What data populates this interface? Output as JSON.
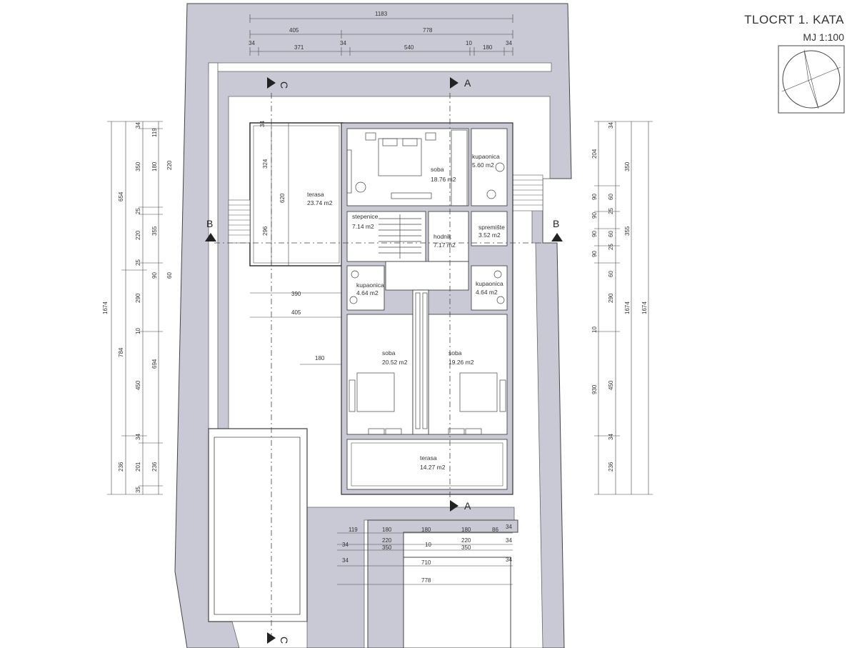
{
  "title": {
    "line1": "TLOCRT 1. KATA",
    "line2": "MJ 1:100"
  },
  "top_dims": {
    "total": "1183",
    "row2": [
      "405",
      "778"
    ],
    "row3": [
      "34",
      "371",
      "34",
      "540",
      "10",
      "180",
      "34"
    ]
  },
  "rooms": {
    "soba_top": {
      "name": "soba",
      "area": "18.76 m2"
    },
    "kupaonica_top": {
      "name": "kupaonica",
      "area": "5.60 m2"
    },
    "terasa_left": {
      "name": "terasa",
      "area": "23.74 m2"
    },
    "stepenice": {
      "name": "stepenice",
      "area": "7.14 m2"
    },
    "hodnik": {
      "name": "hodnik",
      "area": "7.17 m2"
    },
    "spremiste": {
      "name": "spremište",
      "area": "3.52 m2"
    },
    "kupaonica_l": {
      "name": "kupaonica",
      "area": "4.64 m2"
    },
    "kupaonica_r": {
      "name": "kupaonica",
      "area": "4.64 m2"
    },
    "soba_l": {
      "name": "soba",
      "area": "20.52 m2"
    },
    "soba_r": {
      "name": "soba",
      "area": "19.26 m2"
    },
    "terasa_bottom": {
      "name": "terasa",
      "area": "14.27 m2"
    }
  },
  "sections": {
    "a": "A",
    "b": "B",
    "c": "C"
  },
  "left_dims": {
    "col1": "1674",
    "col2": [
      "654",
      "784",
      "236"
    ],
    "col3": [
      "34",
      "350",
      "25",
      "220",
      "25",
      "290",
      "10",
      "450",
      "34",
      "201",
      "35"
    ],
    "col4": [
      "119",
      "180",
      "355",
      "90",
      "694",
      "236"
    ],
    "col5": [
      "220",
      "60"
    ]
  },
  "right_dims": {
    "col1": [
      "204",
      "90",
      "90",
      "90",
      "90",
      "10",
      "930"
    ],
    "col2": [
      "34",
      "60",
      "25",
      "60",
      "25",
      "60",
      "290",
      "450",
      "34",
      "236"
    ],
    "col3": [
      "350",
      "355",
      "1674"
    ],
    "col4": [
      "1674"
    ]
  },
  "inner_dims": {
    "terasa_v": [
      "34",
      "324",
      "620",
      "296"
    ],
    "h": [
      "390",
      "405",
      "180"
    ]
  },
  "bottom_dims": {
    "row1": [
      "119",
      "180",
      "180",
      "180",
      "86",
      "34"
    ],
    "row2a": [
      "220",
      "220",
      "34"
    ],
    "row2b": [
      "350",
      "10",
      "350"
    ],
    "row3": [
      "34",
      "710",
      "34"
    ],
    "row4": [
      "34",
      "778"
    ]
  },
  "colors": {
    "wall_fill": "#c9c9d6",
    "line": "#333333",
    "background": "#ffffff"
  }
}
